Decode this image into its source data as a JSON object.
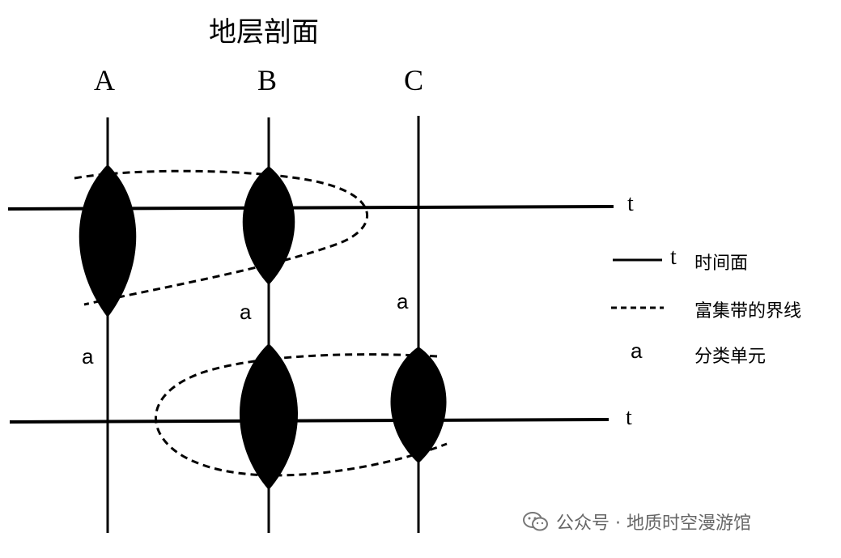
{
  "title": "地层剖面",
  "columns": {
    "a": "A",
    "b": "B",
    "c": "C"
  },
  "unit_label": "a",
  "time_label": "t",
  "legend": {
    "time_symbol": "t",
    "time_surface": "时间面",
    "enrichment_boundary": "富集带的界线",
    "unit_symbol": "a",
    "classification_unit": "分类单元"
  },
  "watermark": "公众号 · 地质时空漫游馆"
}
